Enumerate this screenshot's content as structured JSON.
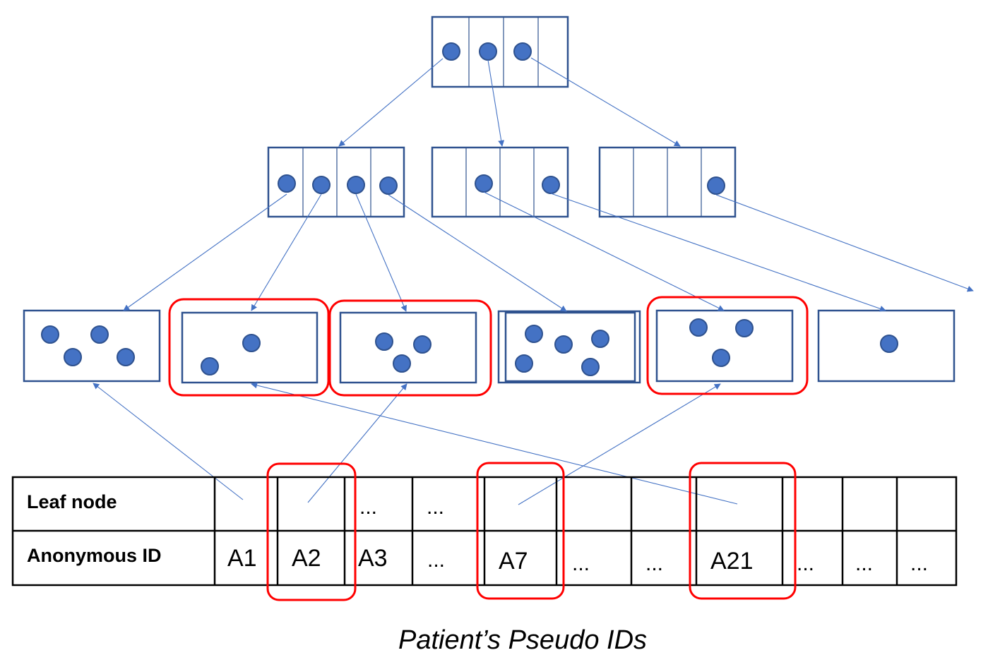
{
  "table": {
    "row1_label": "Leaf node",
    "row2_label": "Anonymous ID",
    "leaf_row": [
      "",
      "",
      "...",
      "...",
      "",
      "",
      "",
      "",
      "",
      "",
      ""
    ],
    "id_row": [
      "A1",
      "A2",
      "A3",
      "...",
      "A7",
      "...",
      "...",
      "A21",
      "...",
      "...",
      "..."
    ]
  },
  "caption": "Patient’s Pseudo IDs",
  "colors": {
    "node_stroke": "#2f528f",
    "dot_fill": "#4472c4",
    "link": "#4472c4",
    "highlight": "#ff0000"
  }
}
